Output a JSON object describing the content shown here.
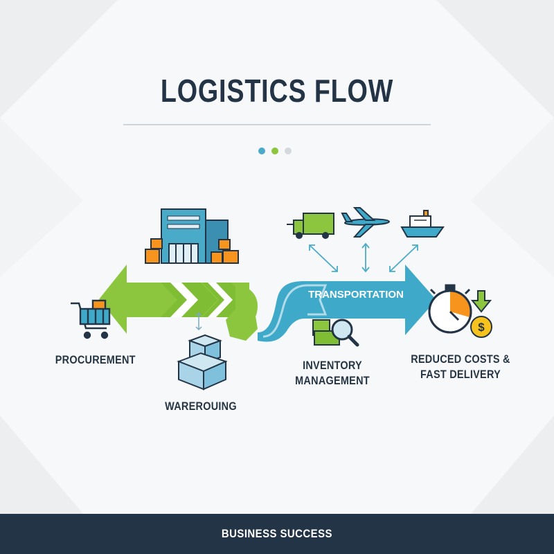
{
  "title": "LOGISTICS FLOW",
  "pagination": {
    "dots": [
      "#4aabc9",
      "#8cc63f",
      "#d5d8dc"
    ]
  },
  "stages": {
    "procurement": "PROCUREMENT",
    "warehousing": "WAREROUING",
    "transportation": "TRANSPORTATION",
    "inventory": [
      "INVENTORY",
      "MANAGEMENT"
    ],
    "outcome": [
      "REDUCED COSTS &",
      "FAST DELIVERY"
    ]
  },
  "footer": "BUSINESS SUCCESS",
  "icons": [
    "warehouse-building-icon",
    "shopping-cart-icon",
    "stacked-boxes-icon",
    "truck-icon",
    "airplane-icon",
    "ship-icon",
    "inventory-search-icon",
    "stopwatch-icon",
    "dollar-coin-icon",
    "down-arrow-icon"
  ],
  "colors": {
    "green": "#8cc63f",
    "teal": "#3fa9c9",
    "navy": "#233447",
    "orange": "#f7941d"
  }
}
